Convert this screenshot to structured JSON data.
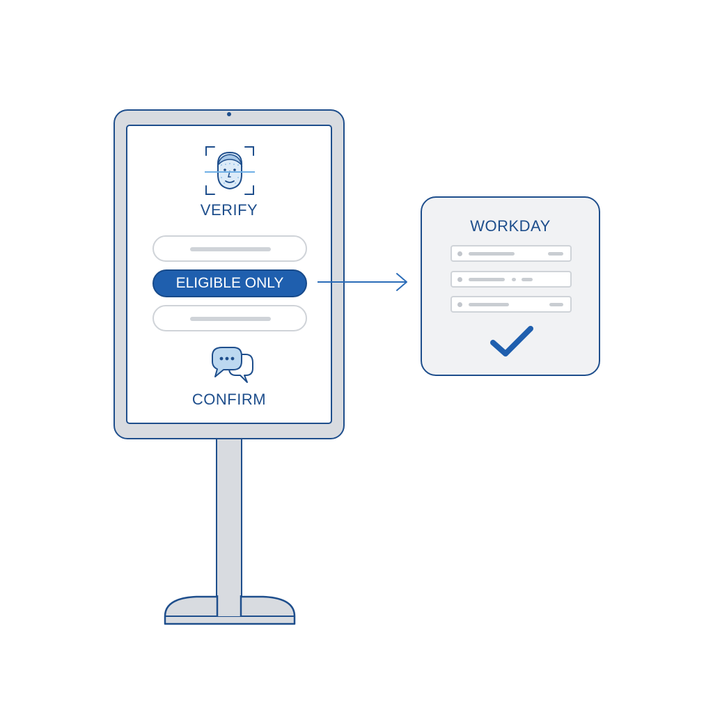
{
  "kiosk": {
    "verify_label": "VERIFY",
    "eligible_button_label": "ELIGIBLE ONLY",
    "confirm_label": "CONFIRM",
    "icons": [
      "face-scan-icon",
      "chat-bubbles-icon"
    ]
  },
  "workday_card": {
    "title": "WORKDAY",
    "record_rows": 3,
    "status_icon": "checkmark-icon"
  },
  "colors": {
    "primary_navy": "#1e4e8c",
    "button_blue": "#1f5fae",
    "frame_gray": "#d8dbe0",
    "placeholder_gray": "#cfd3d8",
    "icon_light_blue": "#bcd8f0"
  }
}
